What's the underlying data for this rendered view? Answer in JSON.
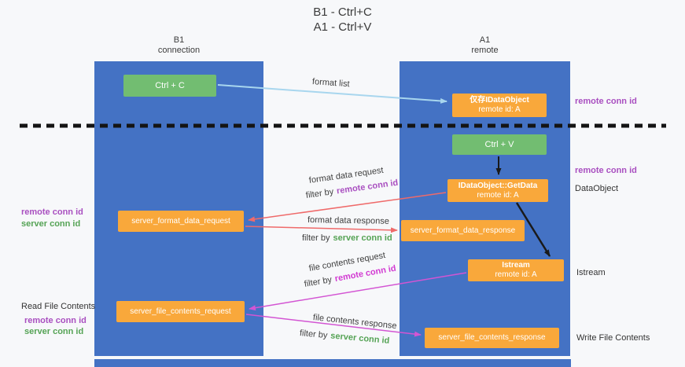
{
  "title": {
    "line1": "B1 - Ctrl+C",
    "line2": "A1 - Ctrl+V"
  },
  "lanes": {
    "left": {
      "name": "B1",
      "role": "connection"
    },
    "right": {
      "name": "A1",
      "role": "remote"
    }
  },
  "nodes": {
    "ctrl_c": {
      "label": "Ctrl + C"
    },
    "ctrl_v": {
      "label": "Ctrl + V"
    },
    "idataobject": {
      "line1": "仅存IDataObject",
      "line2": "remote id: A"
    },
    "getdata": {
      "line1": "IDataObject::GetData",
      "line2": "remote id: A"
    },
    "istream": {
      "line1": "Istream",
      "line2": "remote id: A"
    },
    "format_request": {
      "label": "server_format_data_request"
    },
    "format_response": {
      "label": "server_format_data_response"
    },
    "file_request": {
      "label": "server_file_contents_request"
    },
    "file_response": {
      "label": "server_file_contents_response"
    }
  },
  "flow_labels": {
    "format_list": "format list",
    "format_data_request": "format data request",
    "format_data_response": "format data response",
    "file_contents_request": "file contents request",
    "file_contents_response": "file contents response",
    "filter_by": "filter by",
    "remote_conn_id": "remote conn id",
    "server_conn_id": "server conn id"
  },
  "annotations": {
    "remote_conn_id_top_right": "remote conn id",
    "remote_conn_id_mid_right": "remote conn id",
    "dataobject": "DataObject",
    "istream": "Istream",
    "write_file_contents": "Write File Contents",
    "remote_conn_id_left_1": "remote conn id",
    "server_conn_id_left_1": "server conn id",
    "read_file_contents": "Read File Contents",
    "remote_conn_id_left_2": "remote conn id",
    "server_conn_id_left_2": "server conn id"
  },
  "colors": {
    "pageBg": "#f7f8fa",
    "laneBlue": "#4472c4",
    "boxGreen": "#72bd71",
    "boxOrange": "#f9a83b",
    "arrowBlue": "#a8d6ee",
    "arrowRed": "#ef6a6a",
    "arrowMagenta": "#d355d3",
    "arrowBlack": "#1a1a1a",
    "textPurple": "#a94fc0",
    "textMagenta": "#d23bd2",
    "textGreen": "#55a355",
    "textDark": "#333333"
  }
}
